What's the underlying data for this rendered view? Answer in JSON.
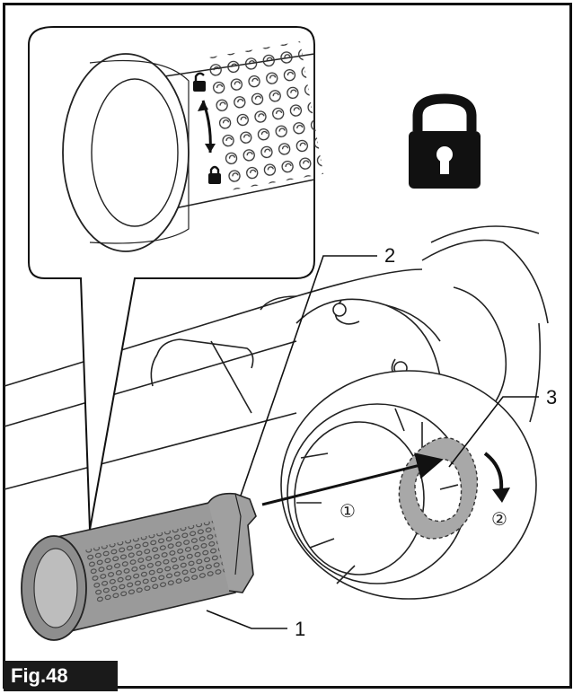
{
  "figure": {
    "label": "Fig.48"
  },
  "callouts": [
    {
      "id": "1",
      "text": "1"
    },
    {
      "id": "2",
      "text": "2"
    },
    {
      "id": "3",
      "text": "3"
    }
  ],
  "steps": [
    {
      "id": "step-1",
      "text": "①"
    },
    {
      "id": "step-2",
      "text": "②"
    }
  ],
  "icons": {
    "main_lock": "padlock-locked-icon",
    "inset_lock": "small-padlock-locked-icon",
    "inset_unlock": "small-padlock-unlocked-icon"
  },
  "colors": {
    "outline": "#111111",
    "tube_fill": "#9a9a9a",
    "ring_highlight": "#a8a8a8",
    "label_bg": "#1a1a1a"
  }
}
